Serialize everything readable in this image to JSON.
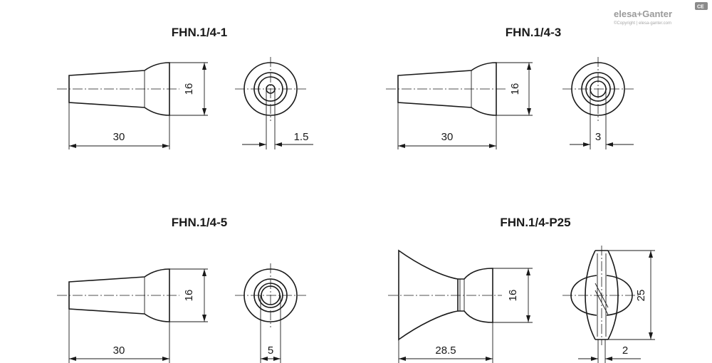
{
  "brand": {
    "logo_text": "elesa+Ganter",
    "copyright": "©Copyright | elesa-ganter.com",
    "badge": "CE"
  },
  "drawings": [
    {
      "title": "FHN.1/4-1",
      "length": "30",
      "height": "16",
      "bore": "1.5"
    },
    {
      "title": "FHN.1/4-3",
      "length": "30",
      "height": "16",
      "bore": "3"
    },
    {
      "title": "FHN.1/4-5",
      "length": "30",
      "height": "16",
      "bore": "5"
    },
    {
      "title": "FHN.1/4-P25",
      "length": "28.5",
      "height": "16",
      "width": "25",
      "slot": "2"
    }
  ]
}
